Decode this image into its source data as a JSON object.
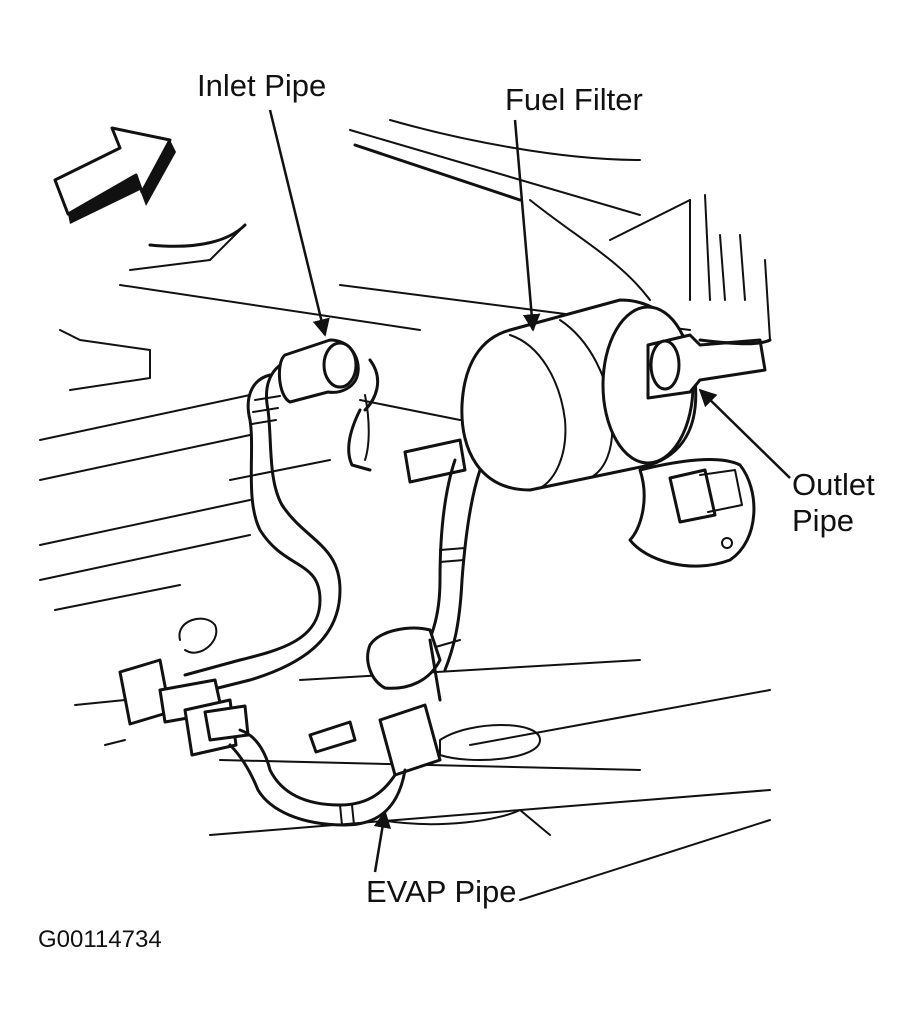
{
  "labels": {
    "inlet_pipe": "Inlet Pipe",
    "fuel_filter": "Fuel Filter",
    "outlet_pipe_line1": "Outlet",
    "outlet_pipe_line2": "Pipe",
    "evap_pipe": "EVAP Pipe"
  },
  "figure_id": "G00114734",
  "colors": {
    "ink": "#111111",
    "background": "#ffffff"
  }
}
